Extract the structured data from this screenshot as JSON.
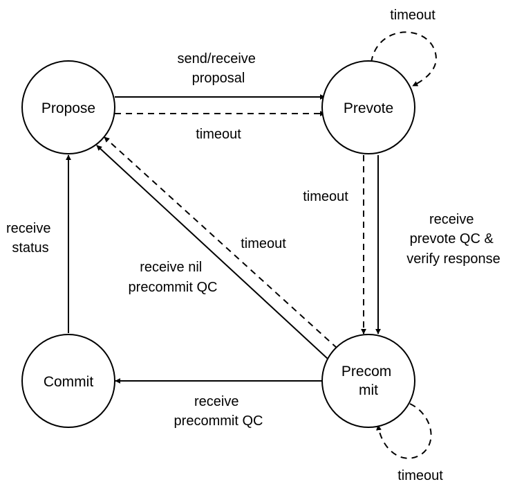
{
  "states": {
    "propose": [
      "Propose"
    ],
    "prevote": [
      "Prevote"
    ],
    "precommit": [
      "Precom",
      "mit"
    ],
    "commit": [
      "Commit"
    ]
  },
  "transitions": {
    "propose_to_prevote": [
      "send/receive",
      "proposal"
    ],
    "propose_to_prevote_timeout": [
      "timeout"
    ],
    "prevote_self_timeout": [
      "timeout"
    ],
    "prevote_to_precommit_timeout": [
      "timeout"
    ],
    "prevote_to_precommit": [
      "receive",
      "prevote QC &",
      "verify response"
    ],
    "precommit_to_propose_timeout": [
      "timeout"
    ],
    "precommit_to_propose": [
      "receive nil",
      "precommit QC"
    ],
    "commit_to_propose": [
      "receive",
      "status"
    ],
    "precommit_to_commit": [
      "receive",
      "precommit QC"
    ],
    "precommit_self_timeout": [
      "timeout"
    ]
  }
}
